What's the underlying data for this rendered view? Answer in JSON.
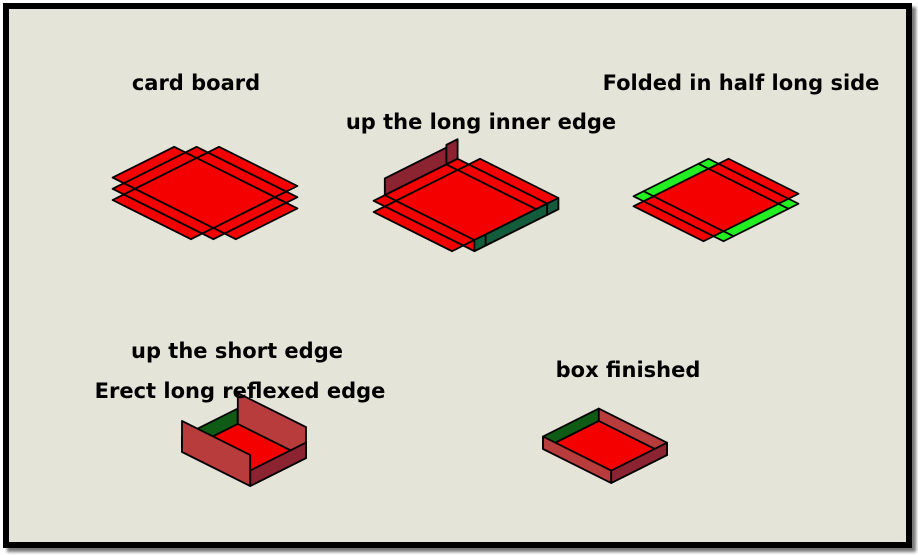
{
  "labels": {
    "card_board": "card board",
    "up_long_inner_edge": "up the long inner edge",
    "folded_half_long_side": "Folded in half long side",
    "up_short_edge": "up the short edge",
    "erect_long_reflexed_edge": "Erect long reflexed edge",
    "box_finished": "box finished"
  },
  "colors": {
    "background": "#e4e4d8",
    "board_red": "#f50000",
    "wall_light": "#b83c3c",
    "wall_dark": "#8b2330",
    "green_bright": "#22ee22",
    "green_dark": "#125c3c",
    "green_inner": "#0f5a14",
    "green_tab": "#119911"
  }
}
